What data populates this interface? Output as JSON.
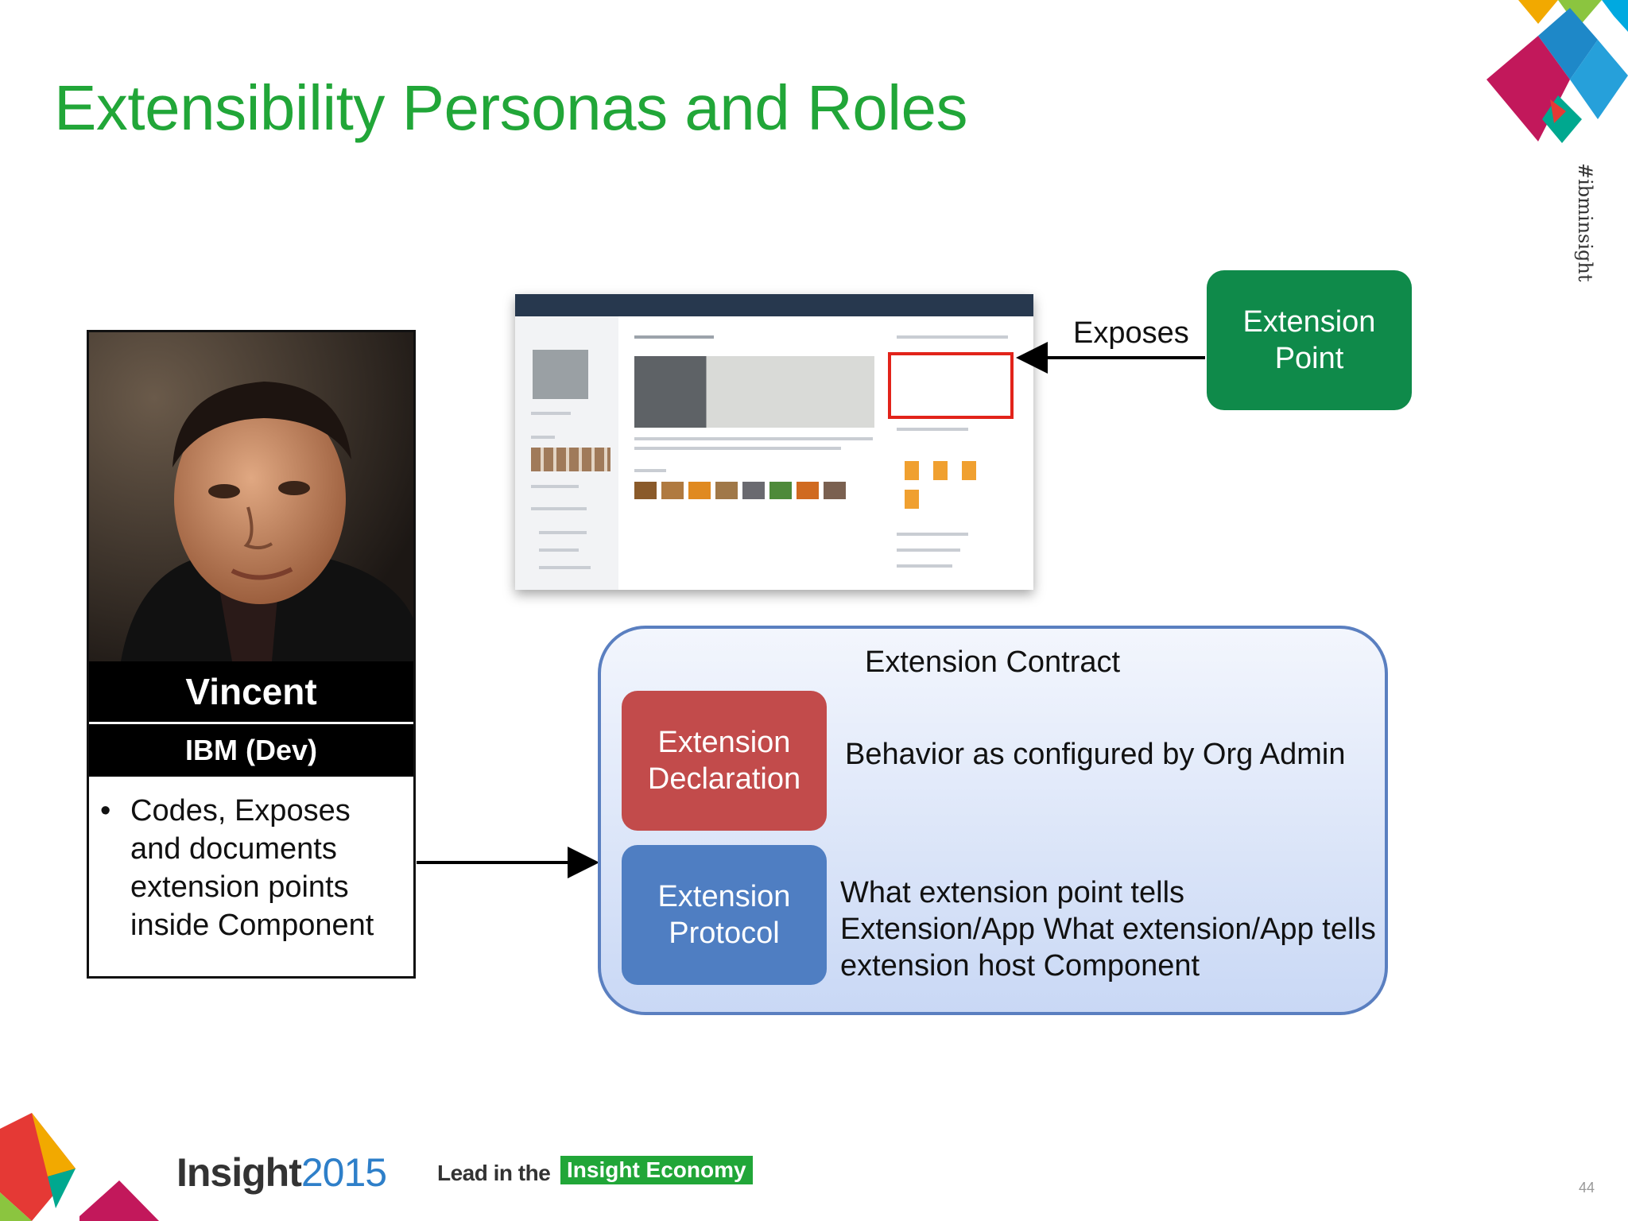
{
  "slide": {
    "title": "Extensibility Personas and Roles",
    "hashtag": "#ibminsight",
    "page_number": "44"
  },
  "persona": {
    "name": "Vincent",
    "role": "IBM (Dev)",
    "bullets": [
      "Codes, Exposes and documents extension points inside Component"
    ]
  },
  "extension_point": {
    "label": "Extension Point",
    "arrow_label": "Exposes"
  },
  "contract": {
    "title": "Extension Contract",
    "declaration": {
      "label": "Extension Declaration",
      "description": "Behavior as configured by Org Admin"
    },
    "protocol": {
      "label": "Extension Protocol",
      "description": "What extension point tells Extension/App What extension/App tells extension host Component"
    }
  },
  "footer": {
    "brand": "Insight",
    "year": "2015",
    "tagline_prefix": "Lead in the",
    "tagline_highlight": "Insight Economy"
  },
  "colors": {
    "title_green": "#21a638",
    "extension_point_green": "#0f8a4a",
    "declaration_red": "#c24b4b",
    "protocol_blue": "#4f7ec2",
    "highlight_red": "#e2231a"
  }
}
